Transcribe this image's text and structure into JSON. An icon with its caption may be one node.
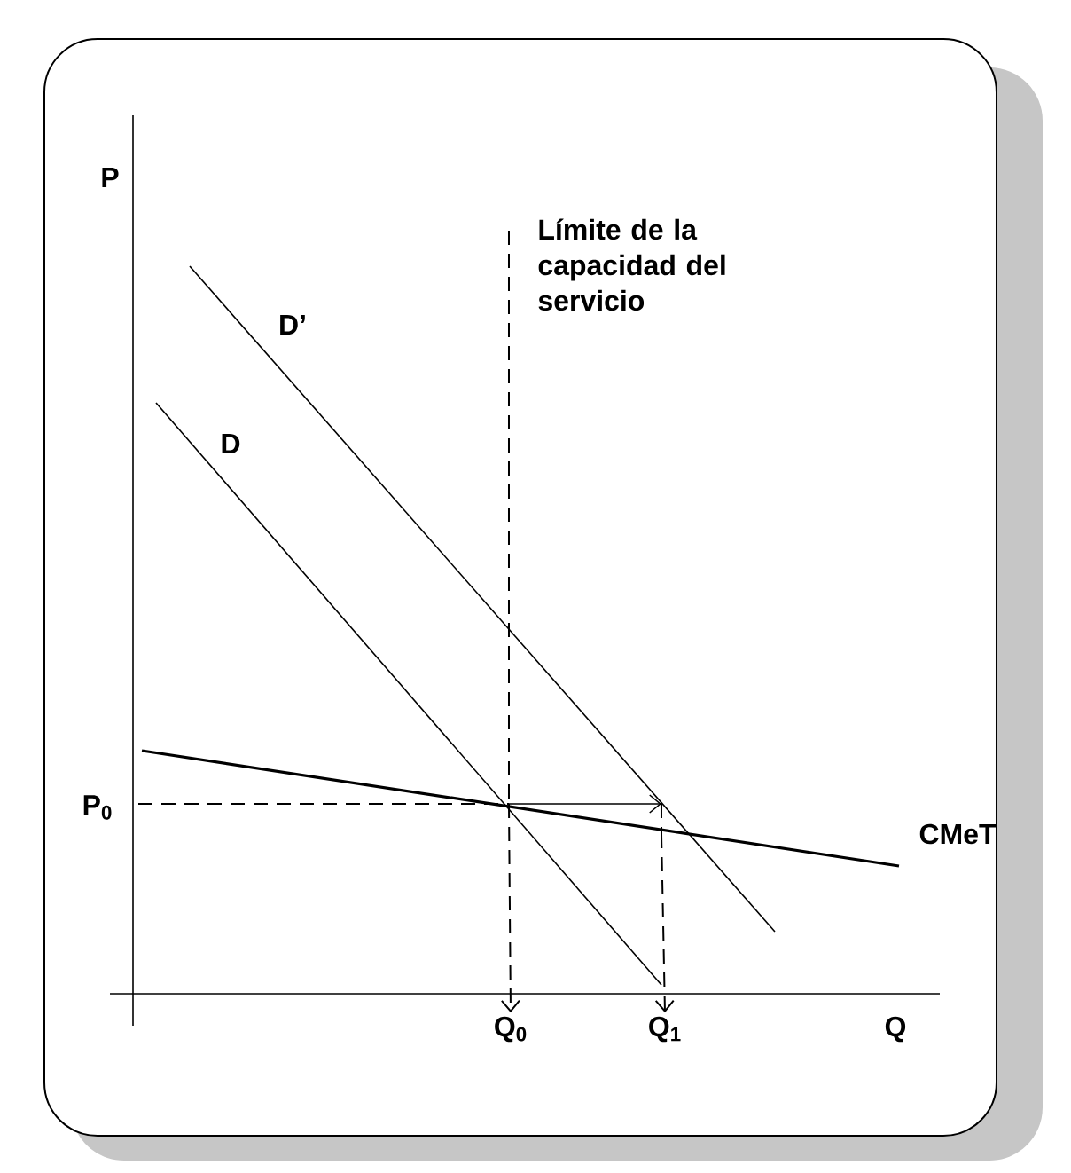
{
  "diagram": {
    "nodes": [
      {
        "text": [
          "Q$_{0}$"
        ]
      },
      {
        "text": [
          "Q$_{1}$"
        ]
      }
    ],
    "edges": [
      {
        "from": null,
        "to": 0,
        "arrow": "to",
        "style": "dashed"
      },
      {
        "from": null,
        "to": 1,
        "arrow": "to",
        "style": "dashed"
      }
    ],
    "labels": [
      "P",
      "Límite de la capacidad del servicio",
      "D’",
      "D",
      "P$_{0}$",
      "CMeT",
      "Q"
    ]
  }
}
